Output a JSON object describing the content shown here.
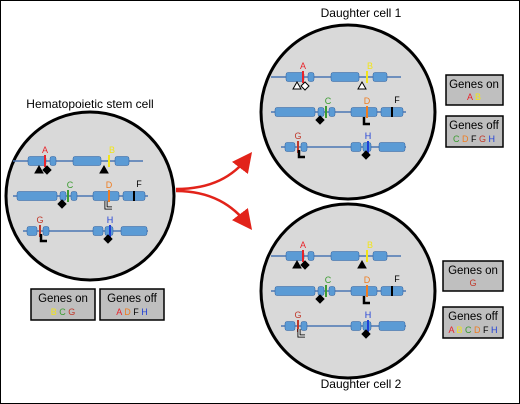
{
  "colors": {
    "A": "#e8232a",
    "B": "#f2e51a",
    "C": "#3b9c31",
    "D": "#ee7d22",
    "F": "#000000",
    "G": "#c0392b",
    "H": "#1f3fd6",
    "exon": "#5b9bd5",
    "line": "#4a77b4",
    "circle_fill": "#d9d9d9",
    "box_fill": "#bfbfbf",
    "arrow": "#e2231a"
  },
  "cells": {
    "hsc": {
      "title": "Hematopoietic stem cell",
      "genes_on": {
        "label": "Genes on",
        "letters": [
          "B",
          "C",
          "G"
        ]
      },
      "genes_off": {
        "label": "Genes off",
        "letters": [
          "A",
          "D",
          "F",
          "H"
        ]
      }
    },
    "daughter1": {
      "title": "Daughter cell 1",
      "genes_on": {
        "label": "Genes on",
        "letters": [
          "A",
          "B"
        ]
      },
      "genes_off": {
        "label": "Genes off",
        "letters": [
          "C",
          "D",
          "F",
          "G",
          "H"
        ]
      }
    },
    "daughter2": {
      "title": "Daughter cell 2",
      "genes_on": {
        "label": "Genes on",
        "letters": [
          "G"
        ]
      },
      "genes_off": {
        "label": "Genes off",
        "letters": [
          "A",
          "B",
          "C",
          "D",
          "F",
          "H"
        ]
      }
    }
  },
  "gene_labels": [
    "A",
    "B",
    "C",
    "D",
    "F",
    "G",
    "H"
  ]
}
